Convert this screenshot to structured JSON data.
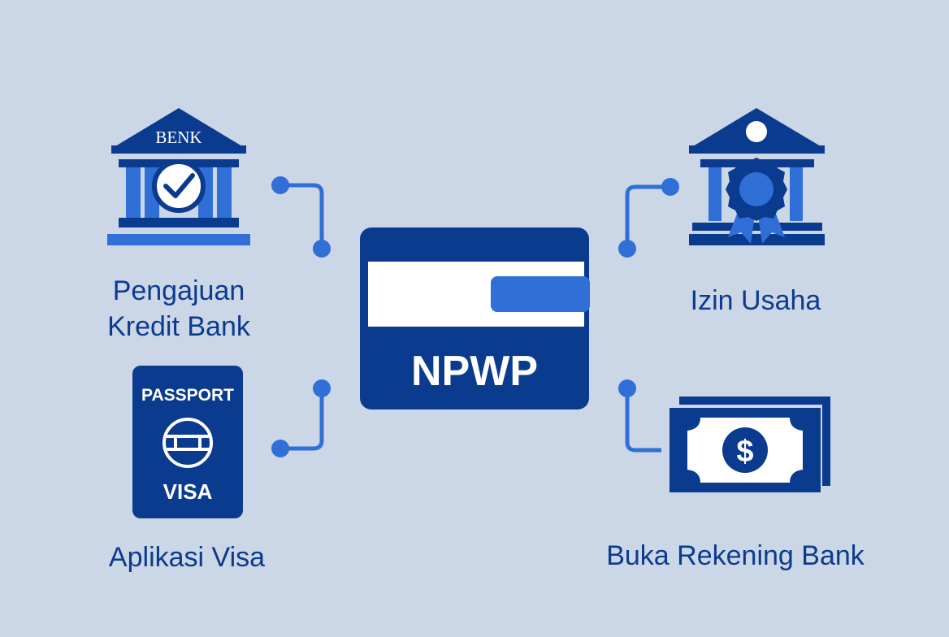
{
  "center": {
    "title": "NPWP"
  },
  "nodes": {
    "kredit": {
      "icon_text": "BENK",
      "label_line1": "Pengajuan",
      "label_line2": "Kredit Bank"
    },
    "izin": {
      "label": "Izin Usaha"
    },
    "visa": {
      "top_text": "PASSPORT",
      "bottom_text": "VISA",
      "label": "Aplikasi Visa"
    },
    "buka": {
      "symbol": "$",
      "label": "Buka Rekening Bank"
    }
  },
  "colors": {
    "background": "#cbd6e6",
    "navy": "#0b3b8f",
    "blue": "#2f6fd6",
    "white": "#ffffff"
  }
}
